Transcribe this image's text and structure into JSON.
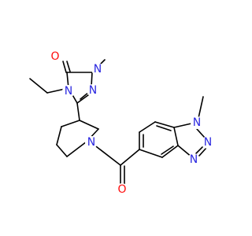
{
  "molecule": {
    "atom_labels": {
      "o_triazolone": "O",
      "n1_triazolone": "N",
      "n4_triazolone": "N",
      "n2_triazolone": "N",
      "n_piperidine": "N",
      "o_carbonyl": "O",
      "n1_benzotriazole": "N",
      "n2_benzotriazole": "N",
      "n3_benzotriazole": "N"
    },
    "colors": {
      "bond": "#000000",
      "nitrogen": "#2a27e0",
      "oxygen": "#ff0d0d",
      "background": "#ffffff"
    }
  }
}
